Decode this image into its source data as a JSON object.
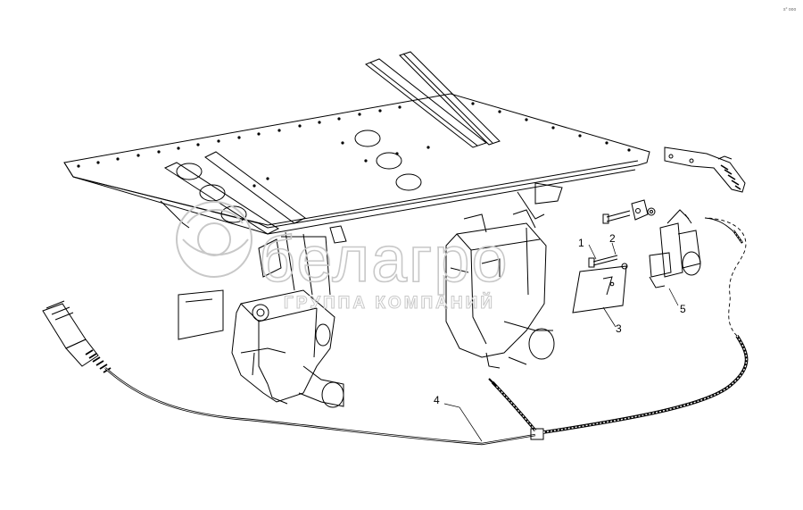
{
  "corner_mark": "s° ooo",
  "watermark": {
    "brand": "белагро",
    "subtitle": "ГРУППА КОМПАНИЙ"
  },
  "callouts": [
    {
      "id": "1",
      "text": "1"
    },
    {
      "id": "2",
      "text": "2"
    },
    {
      "id": "3",
      "text": "3"
    },
    {
      "id": "4",
      "text": "4"
    },
    {
      "id": "5",
      "text": "5"
    }
  ]
}
